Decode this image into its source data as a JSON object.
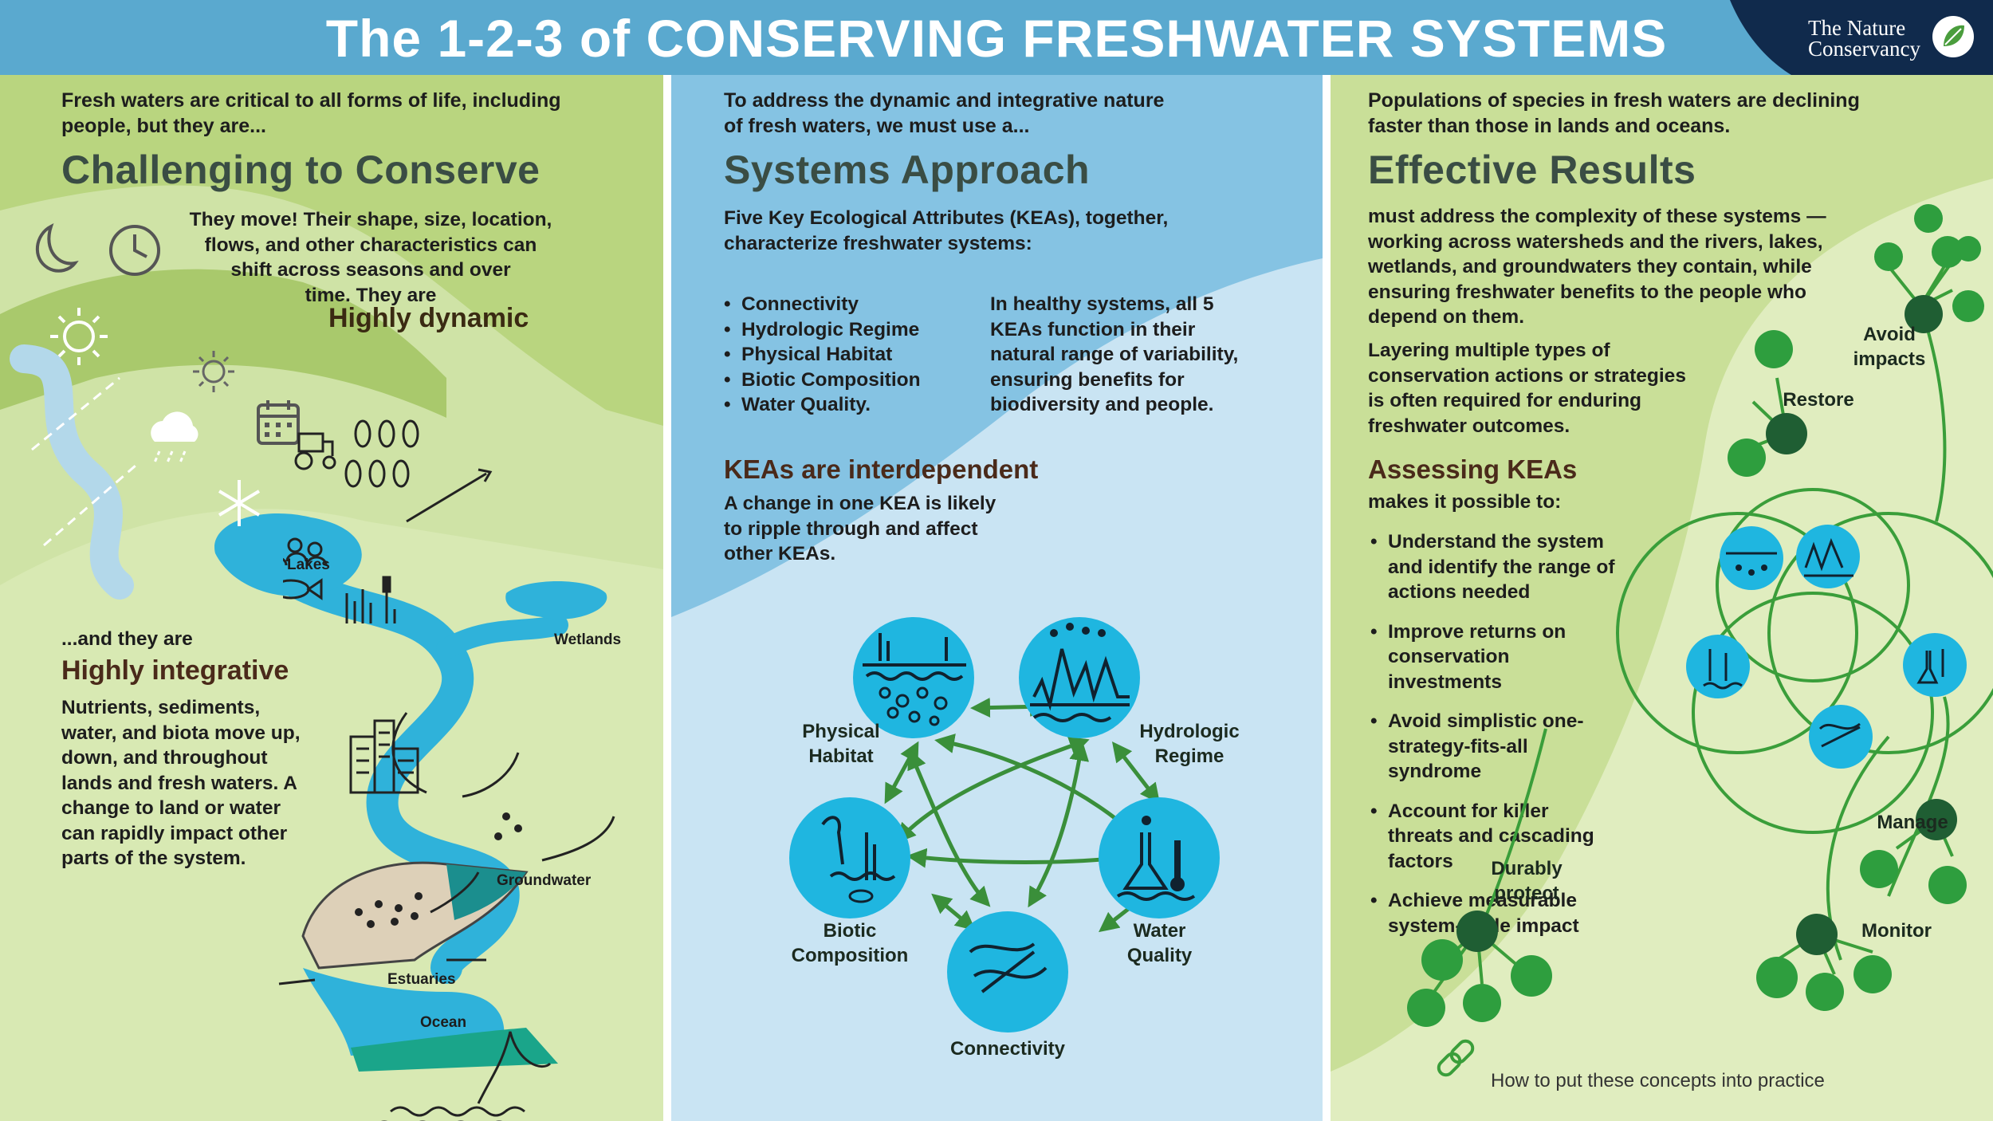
{
  "header": {
    "title": "The 1-2-3 of CONSERVING  FRESHWATER  SYSTEMS",
    "logo_line1": "The Nature",
    "logo_line2": "Conservancy"
  },
  "col1": {
    "intro": "Fresh waters are critical to all forms of life, including people, but they are...",
    "heading": "Challenging to Conserve",
    "dynamic_text": [
      "They move! Their shape, size, location,",
      "flows, and other characteristics can",
      "shift across seasons and over",
      "time. They are"
    ],
    "dynamic_label": "Highly dynamic",
    "integrative_intro": "...and they are",
    "integrative_label": "Highly integrative",
    "integrative_text": "Nutrients, sediments, water, and biota move up, down, and throughout lands and fresh waters. A change to land or water can rapidly impact other parts of the system.",
    "labels": {
      "lakes": "Lakes",
      "wetlands": "Wetlands",
      "groundwater": "Groundwater",
      "estuaries": "Estuaries",
      "ocean": "Ocean"
    }
  },
  "col2": {
    "intro": "To address the dynamic and integrative nature of fresh waters, we must use a...",
    "heading": "Systems Approach",
    "kea_intro": "Five Key Ecological Attributes (KEAs), together, characterize freshwater systems:",
    "kea_list": [
      "Connectivity",
      "Hydrologic Regime",
      "Physical Habitat",
      "Biotic Composition",
      "Water Quality."
    ],
    "healthy_text": "In healthy systems, all 5 KEAs function in their natural range of variability, ensuring benefits for biodiversity and people.",
    "interdep_heading": "KEAs are interdependent",
    "interdep_text": "A change in one KEA is likely to ripple through and affect other KEAs.",
    "nodes": {
      "physical": "Physical Habitat",
      "hydrologic": "Hydrologic Regime",
      "biotic": "Biotic Composition",
      "water": "Water Quality",
      "connectivity": "Connectivity"
    }
  },
  "col3": {
    "intro": "Populations of species in fresh waters are declining faster than those in lands and oceans.",
    "heading": "Effective Results",
    "text1": "must address the complexity of these systems — working across watersheds and the rivers, lakes, wetlands, and groundwaters they contain, while ensuring freshwater benefits to the people who depend on them.",
    "text2": "Layering multiple types of conservation actions or strategies is often required for enduring freshwater outcomes.",
    "assess_heading": "Assessing KEAs",
    "assess_intro": "makes it possible to:",
    "assess_list": [
      "Understand the system and identify the range of actions needed",
      "Improve returns on conservation investments",
      "Avoid simplistic one-strategy-fits-all syndrome",
      "Account for killer threats and cascading factors",
      "Achieve measurable system-scale impact"
    ],
    "nodes": {
      "avoid": "Avoid impacts",
      "restore": "Restore",
      "manage": "Manage",
      "monitor": "Monitor",
      "protect": "Durably protect"
    },
    "link_text": "How to put these concepts into practice"
  },
  "colors": {
    "header": "#5aa9cf",
    "green_light": "#b9d57f",
    "blue_panel": "#85c3e3",
    "kea_circle": "#1fb6e0",
    "green_node": "#2e9e3e",
    "dark_node": "#1f5e33"
  }
}
